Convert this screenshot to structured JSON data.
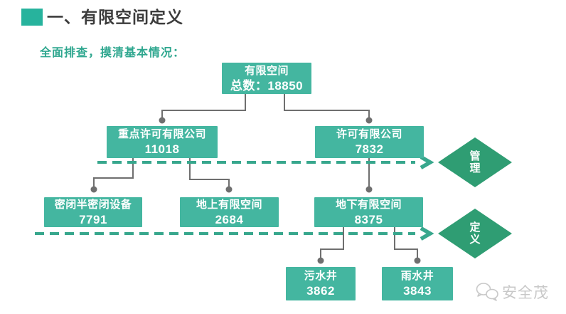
{
  "header": {
    "title": "一、有限空间定义",
    "subtitle": "全面排查，摸清基本情况："
  },
  "tree": {
    "root": {
      "label": "有限空间",
      "value": "总数：18850"
    },
    "level2": [
      {
        "label": "重点许可有限公司",
        "value": "11018"
      },
      {
        "label": "许可有限公司",
        "value": "7832"
      }
    ],
    "level3": [
      {
        "label": "密闭半密闭设备",
        "value": "7791"
      },
      {
        "label": "地上有限空间",
        "value": "2684"
      },
      {
        "label": "地下有限空间",
        "value": "8375"
      }
    ],
    "level4": [
      {
        "label": "污水井",
        "value": "3862"
      },
      {
        "label": "雨水井",
        "value": "3843"
      }
    ]
  },
  "annotations": {
    "management": "管\n理",
    "definition": "定\n义"
  },
  "footer": {
    "watermark": "安全茂"
  },
  "colors": {
    "box": "#44b6a0",
    "diamond": "#2f9d73",
    "dashed_line": "#38a78d",
    "connector": "#6f6f6f",
    "accent": "#27b39d",
    "title_text": "#3c3c3c",
    "subtitle_text": "#2fa78f",
    "watermark": "#c8c8c8"
  }
}
